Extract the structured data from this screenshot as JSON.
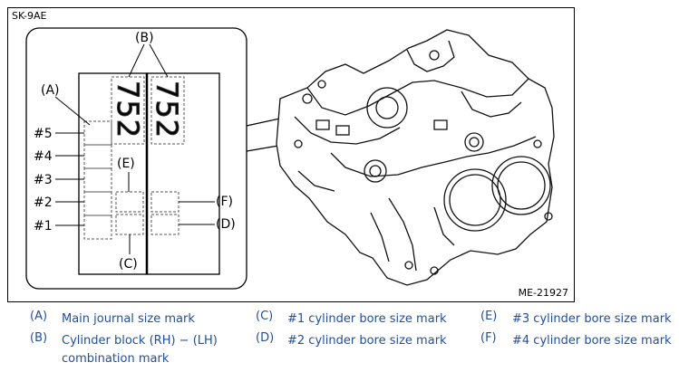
{
  "figure": {
    "id_label": "SK-9AE",
    "ref_label": "ME-21927",
    "callouts": {
      "A": "(A)",
      "B": "(B)",
      "C": "(C)",
      "D": "(D)",
      "E": "(E)",
      "F": "(F)"
    },
    "journals": [
      "#5",
      "#4",
      "#3",
      "#2",
      "#1"
    ],
    "stamp_rh": "752",
    "stamp_lh": "752"
  },
  "legend": {
    "color": "#1f4f9e",
    "items": [
      {
        "key": "(A)",
        "text": "Main journal size mark"
      },
      {
        "key": "(B)",
        "text": "Cylinder block (RH) − (LH)",
        "text2": "combination mark"
      },
      {
        "key": "(C)",
        "text": "#1 cylinder bore size mark"
      },
      {
        "key": "(D)",
        "text": "#2 cylinder bore size mark"
      },
      {
        "key": "(E)",
        "text": "#3 cylinder bore size mark"
      },
      {
        "key": "(F)",
        "text": "#4 cylinder bore size mark"
      }
    ]
  }
}
